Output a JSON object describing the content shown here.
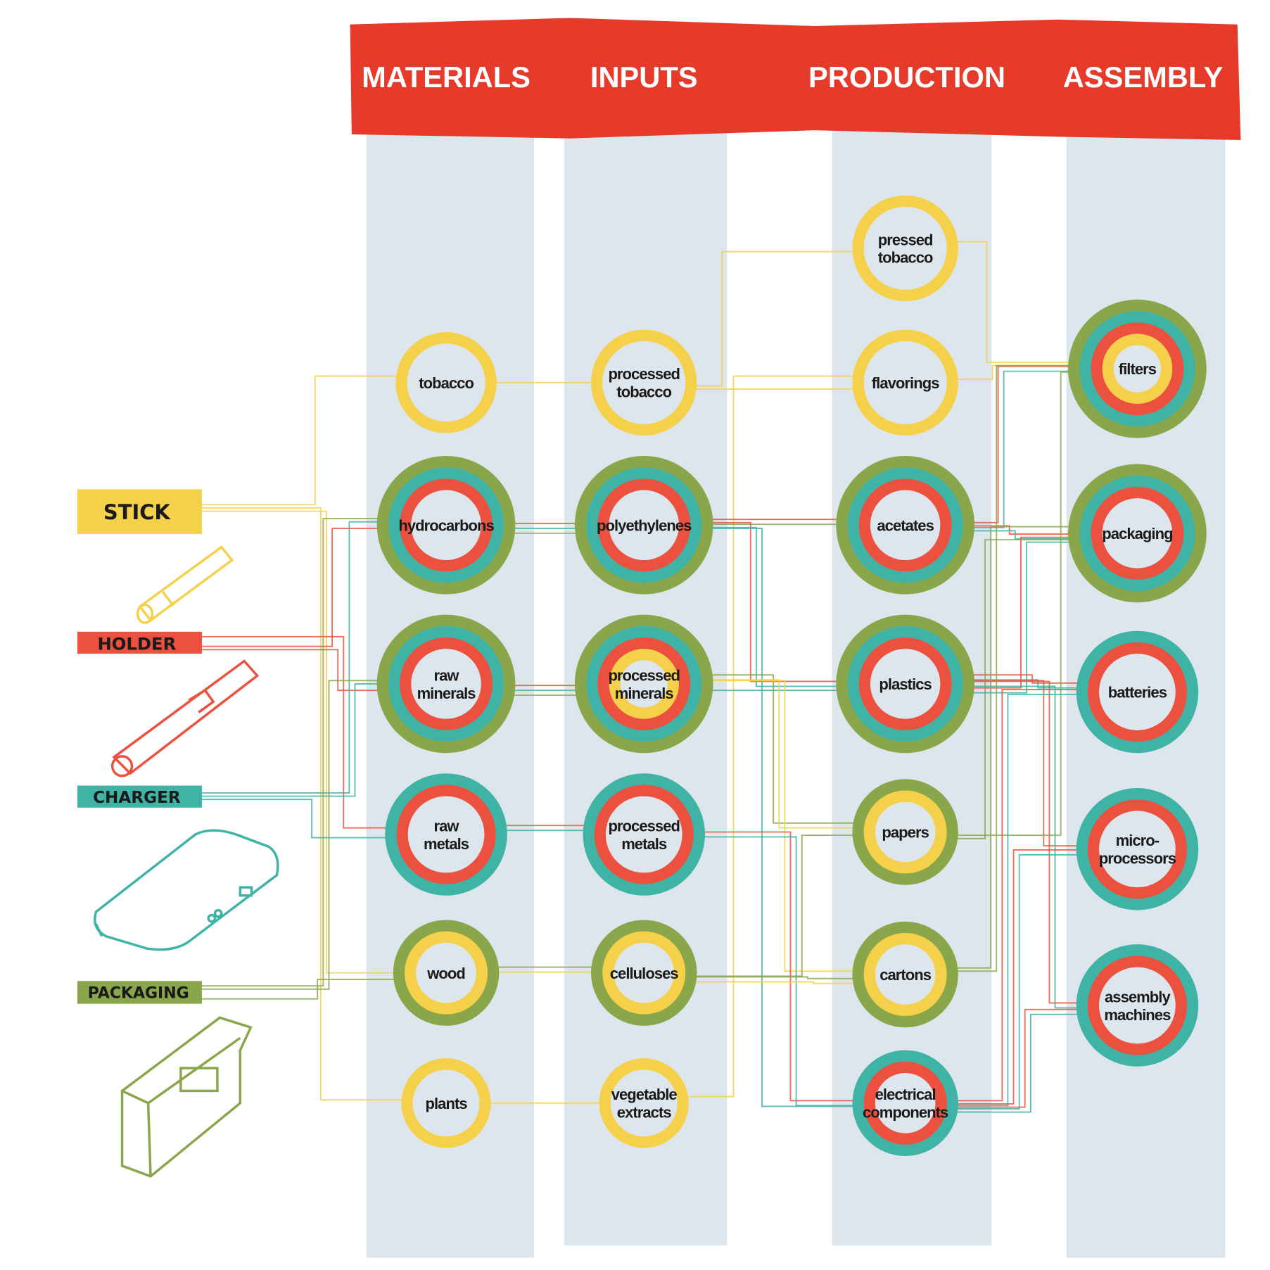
{
  "header": {
    "columns": [
      "MATERIALS",
      "INPUTS",
      "PRODUCTION",
      "ASSEMBLY"
    ]
  },
  "colors": {
    "header": "#e63b2a",
    "column": "#dde6ec",
    "green": "#8aa64a",
    "teal": "#3fb3a6",
    "red": "#ec5140",
    "yellow": "#f5d04a"
  },
  "legend": [
    {
      "id": "stick",
      "label": "STICK",
      "color": "yellow",
      "icon": "tobacco-stick-icon"
    },
    {
      "id": "holder",
      "label": "HOLDER",
      "color": "red",
      "icon": "holder-device-icon"
    },
    {
      "id": "charger",
      "label": "CHARGER",
      "color": "teal",
      "icon": "charger-case-icon"
    },
    {
      "id": "packaging",
      "label": "PACKAGING",
      "color": "green",
      "icon": "pack-box-icon"
    }
  ],
  "nodes": [
    {
      "id": "tobacco",
      "col": 0,
      "lines": [
        "tobacco"
      ],
      "rings": [
        "yellow"
      ]
    },
    {
      "id": "hydrocarbons",
      "col": 0,
      "lines": [
        "hydrocarbons"
      ],
      "rings": [
        "green",
        "teal",
        "red"
      ]
    },
    {
      "id": "raw-minerals",
      "col": 0,
      "lines": [
        "raw",
        "minerals"
      ],
      "rings": [
        "green",
        "teal",
        "red"
      ]
    },
    {
      "id": "raw-metals",
      "col": 0,
      "lines": [
        "raw",
        "metals"
      ],
      "rings": [
        "teal",
        "red"
      ]
    },
    {
      "id": "wood",
      "col": 0,
      "lines": [
        "wood"
      ],
      "rings": [
        "green",
        "yellow"
      ]
    },
    {
      "id": "plants",
      "col": 0,
      "lines": [
        "plants"
      ],
      "rings": [
        "yellow"
      ]
    },
    {
      "id": "processed-tobacco",
      "col": 1,
      "lines": [
        "processed",
        "tobacco"
      ],
      "rings": [
        "yellow"
      ]
    },
    {
      "id": "polyethylenes",
      "col": 1,
      "lines": [
        "polyethylenes"
      ],
      "rings": [
        "green",
        "teal",
        "red"
      ]
    },
    {
      "id": "processed-minerals",
      "col": 1,
      "lines": [
        "processed",
        "minerals"
      ],
      "rings": [
        "green",
        "teal",
        "red",
        "yellow"
      ]
    },
    {
      "id": "processed-metals",
      "col": 1,
      "lines": [
        "processed",
        "metals"
      ],
      "rings": [
        "teal",
        "red"
      ]
    },
    {
      "id": "celluloses",
      "col": 1,
      "lines": [
        "celluloses"
      ],
      "rings": [
        "green",
        "yellow"
      ]
    },
    {
      "id": "vegetable-extracts",
      "col": 1,
      "lines": [
        "vegetable",
        "extracts"
      ],
      "rings": [
        "yellow"
      ]
    },
    {
      "id": "pressed-tobacco",
      "col": 2,
      "lines": [
        "pressed",
        "tobacco"
      ],
      "rings": [
        "yellow"
      ]
    },
    {
      "id": "flavorings",
      "col": 2,
      "lines": [
        "flavorings"
      ],
      "rings": [
        "yellow"
      ]
    },
    {
      "id": "acetates",
      "col": 2,
      "lines": [
        "acetates"
      ],
      "rings": [
        "green",
        "teal",
        "red"
      ]
    },
    {
      "id": "plastics",
      "col": 2,
      "lines": [
        "plastics"
      ],
      "rings": [
        "green",
        "teal",
        "red"
      ]
    },
    {
      "id": "papers",
      "col": 2,
      "lines": [
        "papers"
      ],
      "rings": [
        "green",
        "yellow"
      ]
    },
    {
      "id": "cartons",
      "col": 2,
      "lines": [
        "cartons"
      ],
      "rings": [
        "green",
        "yellow"
      ]
    },
    {
      "id": "electrical-components",
      "col": 2,
      "lines": [
        "electrical",
        "components"
      ],
      "rings": [
        "teal",
        "red"
      ]
    },
    {
      "id": "filters",
      "col": 3,
      "lines": [
        "filters"
      ],
      "rings": [
        "green",
        "teal",
        "red",
        "yellow"
      ]
    },
    {
      "id": "packaging-node",
      "col": 3,
      "lines": [
        "packaging"
      ],
      "rings": [
        "green",
        "teal",
        "red"
      ]
    },
    {
      "id": "batteries",
      "col": 3,
      "lines": [
        "batteries"
      ],
      "rings": [
        "teal",
        "red"
      ]
    },
    {
      "id": "micro-processors",
      "col": 3,
      "lines": [
        "micro-",
        "processors"
      ],
      "rings": [
        "teal",
        "red"
      ]
    },
    {
      "id": "assembly-machines",
      "col": 3,
      "lines": [
        "assembly",
        "machines"
      ],
      "rings": [
        "teal",
        "red"
      ]
    }
  ],
  "edges": [
    {
      "from": "stick",
      "to": "tobacco",
      "colors": [
        "yellow"
      ]
    },
    {
      "from": "stick",
      "to": "plants",
      "colors": [
        "yellow"
      ]
    },
    {
      "from": "stick",
      "to": "wood",
      "colors": [
        "yellow"
      ]
    },
    {
      "from": "holder",
      "to": "hydrocarbons",
      "colors": [
        "red"
      ]
    },
    {
      "from": "holder",
      "to": "raw-minerals",
      "colors": [
        "red"
      ]
    },
    {
      "from": "holder",
      "to": "raw-metals",
      "colors": [
        "red"
      ]
    },
    {
      "from": "charger",
      "to": "hydrocarbons",
      "colors": [
        "teal"
      ]
    },
    {
      "from": "charger",
      "to": "raw-minerals",
      "colors": [
        "teal"
      ]
    },
    {
      "from": "charger",
      "to": "raw-metals",
      "colors": [
        "teal"
      ]
    },
    {
      "from": "packaging",
      "to": "wood",
      "colors": [
        "green"
      ]
    },
    {
      "from": "packaging",
      "to": "hydrocarbons",
      "colors": [
        "green"
      ]
    },
    {
      "from": "packaging",
      "to": "raw-minerals",
      "colors": [
        "green"
      ]
    },
    {
      "from": "tobacco",
      "to": "processed-tobacco",
      "colors": [
        "yellow"
      ]
    },
    {
      "from": "hydrocarbons",
      "to": "polyethylenes",
      "colors": [
        "red",
        "teal",
        "green"
      ]
    },
    {
      "from": "raw-minerals",
      "to": "processed-minerals",
      "colors": [
        "red",
        "teal",
        "green"
      ]
    },
    {
      "from": "raw-metals",
      "to": "processed-metals",
      "colors": [
        "red",
        "teal"
      ]
    },
    {
      "from": "wood",
      "to": "celluloses",
      "colors": [
        "green",
        "yellow"
      ]
    },
    {
      "from": "plants",
      "to": "vegetable-extracts",
      "colors": [
        "yellow"
      ]
    },
    {
      "from": "processed-tobacco",
      "to": "pressed-tobacco",
      "colors": [
        "yellow"
      ]
    },
    {
      "from": "processed-tobacco",
      "to": "flavorings",
      "colors": [
        "yellow"
      ]
    },
    {
      "from": "vegetable-extracts",
      "to": "flavorings",
      "colors": [
        "yellow"
      ]
    },
    {
      "from": "polyethylenes",
      "to": "acetates",
      "colors": [
        "red",
        "green"
      ]
    },
    {
      "from": "polyethylenes",
      "to": "plastics",
      "colors": [
        "red",
        "teal"
      ]
    },
    {
      "from": "polyethylenes",
      "to": "electrical-components",
      "colors": [
        "teal"
      ]
    },
    {
      "from": "processed-minerals",
      "to": "plastics",
      "colors": [
        "teal"
      ]
    },
    {
      "from": "processed-minerals",
      "to": "papers",
      "colors": [
        "green",
        "yellow"
      ]
    },
    {
      "from": "processed-minerals",
      "to": "cartons",
      "colors": [
        "yellow"
      ]
    },
    {
      "from": "processed-metals",
      "to": "electrical-components",
      "colors": [
        "red",
        "teal"
      ]
    },
    {
      "from": "celluloses",
      "to": "papers",
      "colors": [
        "green"
      ]
    },
    {
      "from": "celluloses",
      "to": "cartons",
      "colors": [
        "green",
        "yellow"
      ]
    },
    {
      "from": "pressed-tobacco",
      "to": "filters",
      "colors": [
        "yellow"
      ]
    },
    {
      "from": "flavorings",
      "to": "filters",
      "colors": [
        "yellow"
      ]
    },
    {
      "from": "acetates",
      "to": "filters",
      "colors": [
        "red",
        "teal"
      ]
    },
    {
      "from": "acetates",
      "to": "packaging-node",
      "colors": [
        "red",
        "teal"
      ]
    },
    {
      "from": "plastics",
      "to": "packaging-node",
      "colors": [
        "red",
        "teal"
      ]
    },
    {
      "from": "plastics",
      "to": "batteries",
      "colors": [
        "red",
        "teal"
      ]
    },
    {
      "from": "plastics",
      "to": "micro-processors",
      "colors": [
        "red"
      ]
    },
    {
      "from": "plastics",
      "to": "assembly-machines",
      "colors": [
        "red",
        "teal"
      ]
    },
    {
      "from": "papers",
      "to": "filters",
      "colors": [
        "green"
      ]
    },
    {
      "from": "papers",
      "to": "packaging-node",
      "colors": [
        "green"
      ]
    },
    {
      "from": "cartons",
      "to": "packaging-node",
      "colors": [
        "green"
      ]
    },
    {
      "from": "cartons",
      "to": "filters",
      "colors": [
        "green"
      ]
    },
    {
      "from": "electrical-components",
      "to": "batteries",
      "colors": [
        "red",
        "teal"
      ]
    },
    {
      "from": "electrical-components",
      "to": "micro-processors",
      "colors": [
        "red",
        "teal"
      ]
    },
    {
      "from": "electrical-components",
      "to": "assembly-machines",
      "colors": [
        "red",
        "teal"
      ]
    }
  ]
}
